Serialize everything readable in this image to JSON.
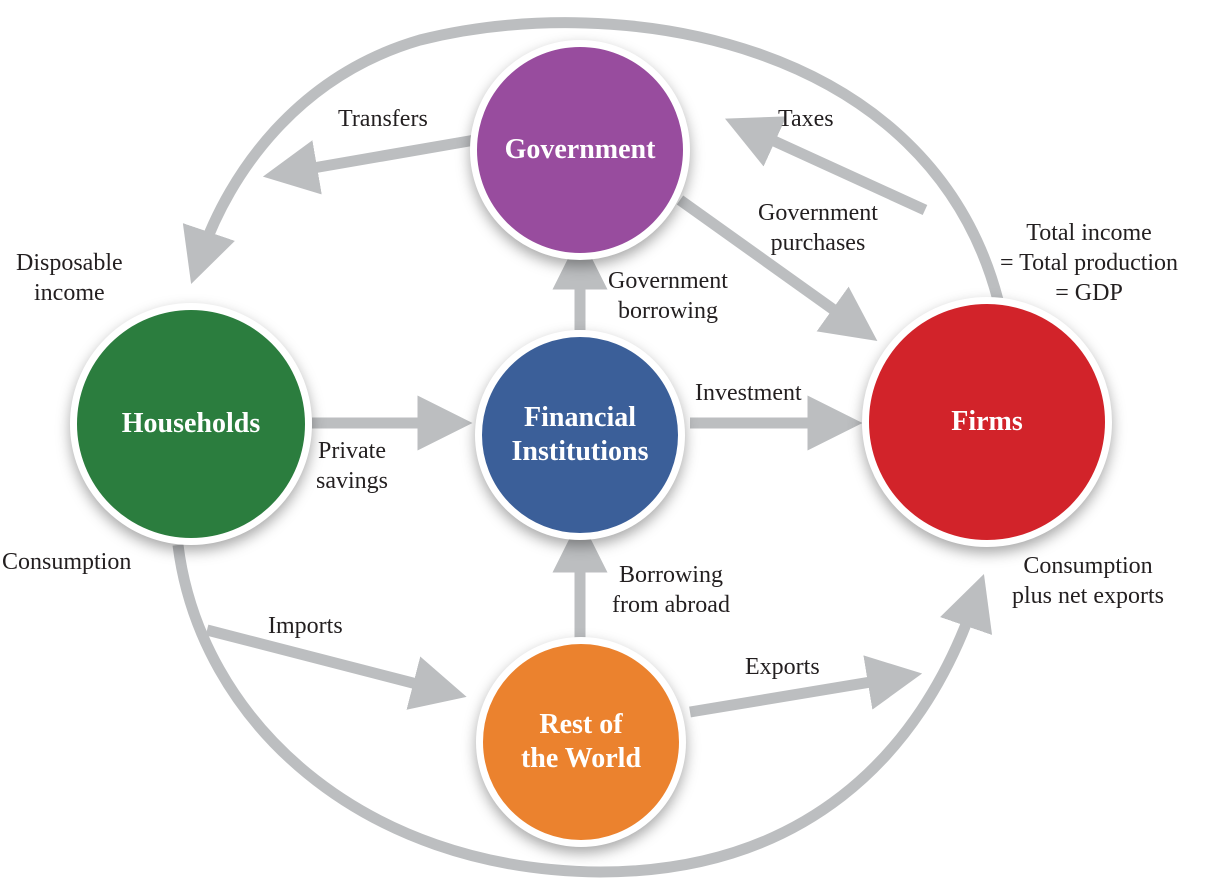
{
  "colors": {
    "arrow": "#bcbec0",
    "households": "#2b7d3e",
    "government": "#984c9e",
    "financial": "#3b5f99",
    "firms": "#d2232a",
    "rest_of_world": "#eb822e"
  },
  "nodes": {
    "households": "Households",
    "government": "Government",
    "financial_line1": "Financial",
    "financial_line2": "Institutions",
    "firms": "Firms",
    "row_line1": "Rest of",
    "row_line2": "the World"
  },
  "labels": {
    "transfers": "Transfers",
    "taxes": "Taxes",
    "disposable_1": "Disposable",
    "disposable_2": "income",
    "gov_purchases_1": "Government",
    "gov_purchases_2": "purchases",
    "total_1": "Total income",
    "total_2": "= Total production",
    "total_3": "= GDP",
    "gov_borrowing_1": "Government",
    "gov_borrowing_2": "borrowing",
    "investment": "Investment",
    "private_1": "Private",
    "private_2": "savings",
    "consumption": "Consumption",
    "borrowing_1": "Borrowing",
    "borrowing_2": "from abroad",
    "cons_net_1": "Consumption",
    "cons_net_2": "plus net exports",
    "imports": "Imports",
    "exports": "Exports"
  }
}
